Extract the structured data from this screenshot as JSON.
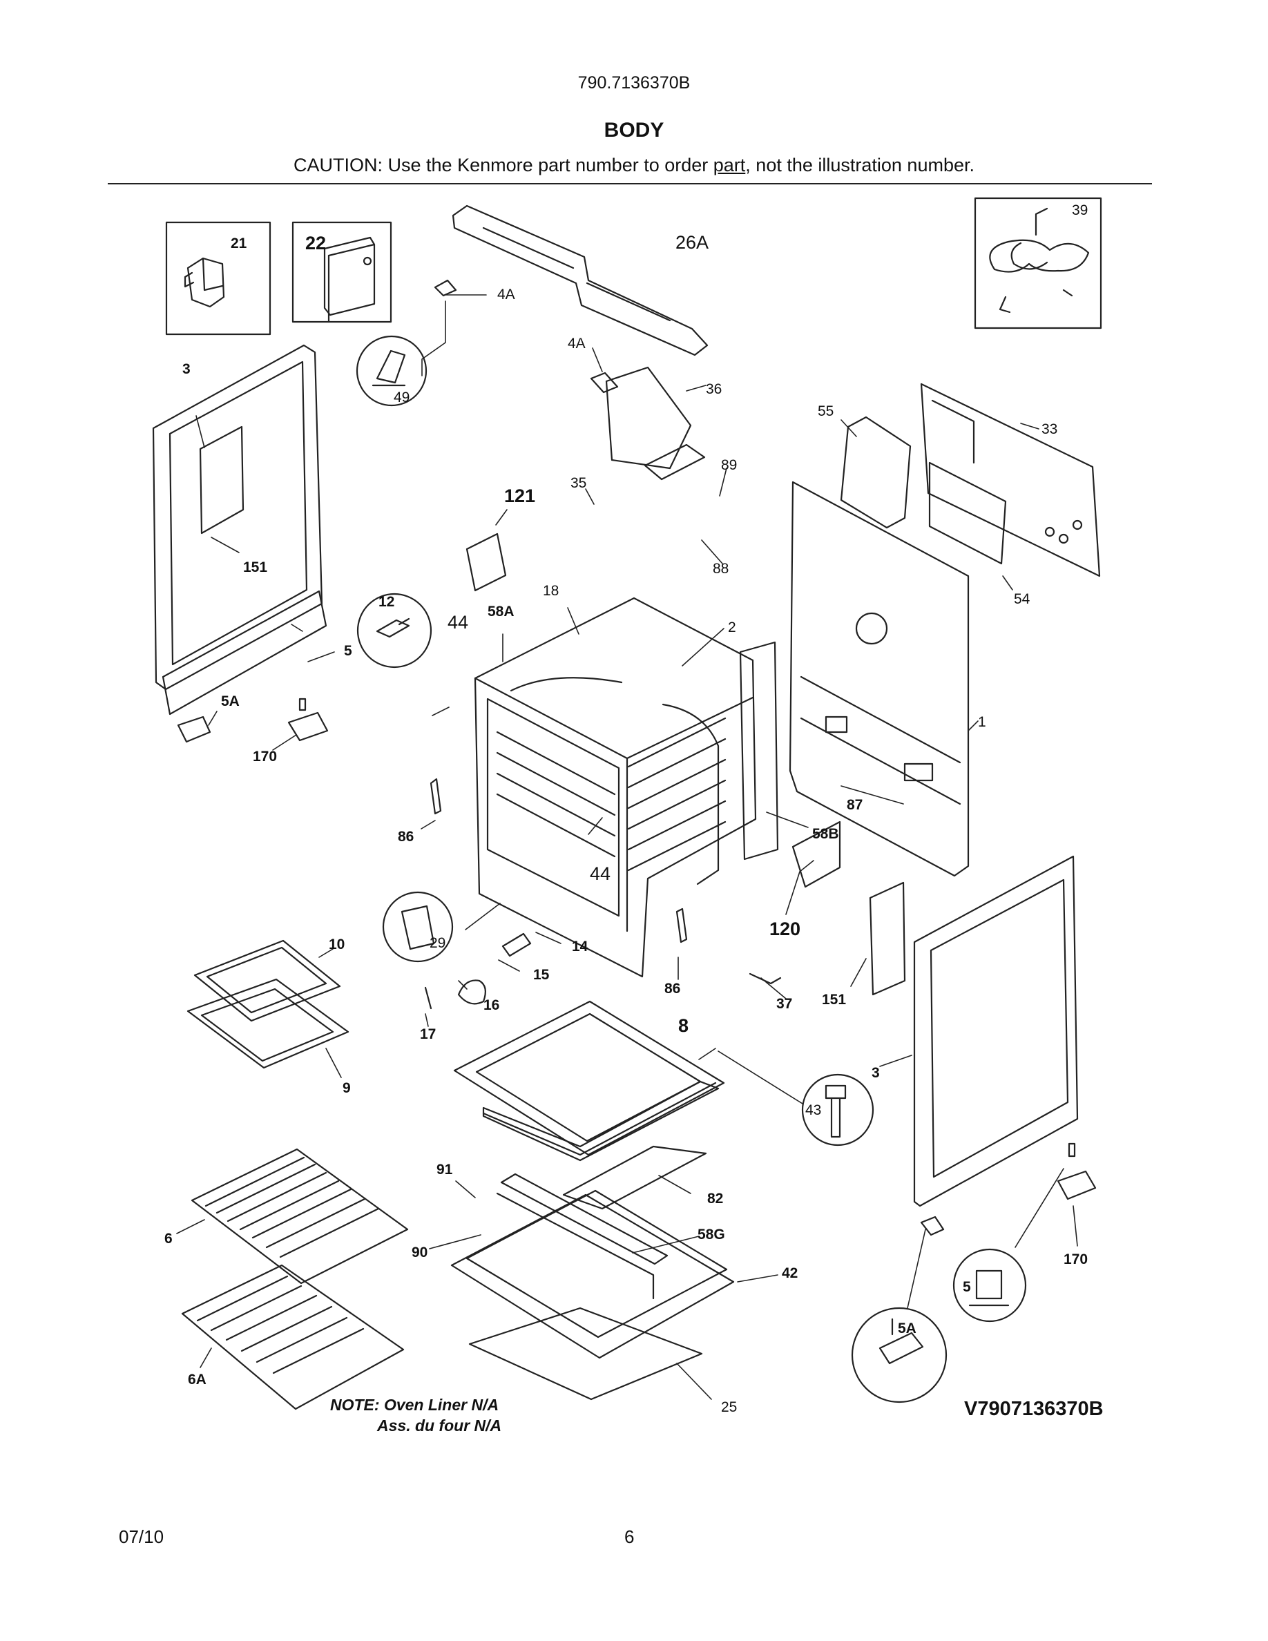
{
  "header": {
    "model": "790.7136370B",
    "title": "BODY",
    "caution_prefix": "CAUTION: Use the Kenmore part number to order ",
    "caution_link": "part",
    "caution_suffix": ", not the illustration number."
  },
  "callouts": {
    "c21": "21",
    "c22": "22",
    "c39": "39",
    "c26A": "26A",
    "c4A_top": "4A",
    "c4A_mid": "4A",
    "c49": "49",
    "c3_left": "3",
    "c36": "36",
    "c55": "55",
    "c33": "33",
    "c89": "89",
    "c35": "35",
    "c121": "121",
    "c88": "88",
    "c151_left": "151",
    "c18": "18",
    "c12": "12",
    "c44_top": "44",
    "c58A": "58A",
    "c2": "2",
    "c54": "54",
    "c5_left": "5",
    "c5A_left": "5A",
    "c170_left": "170",
    "c1": "1",
    "c87": "87",
    "c86_left": "86",
    "c58B": "58B",
    "c44_mid": "44",
    "c120": "120",
    "c29": "29",
    "c10": "10",
    "c14": "14",
    "c15": "15",
    "c86_right": "86",
    "c37": "37",
    "c151_right": "151",
    "c16": "16",
    "c17": "17",
    "c8": "8",
    "c9": "9",
    "c3_right": "3",
    "c43": "43",
    "c91": "91",
    "c82": "82",
    "c6": "6",
    "c58G": "58G",
    "c90": "90",
    "c42": "42",
    "c170_right": "170",
    "c5_right": "5",
    "c5A_right": "5A",
    "c6A": "6A",
    "c25": "25"
  },
  "note": {
    "line1": "NOTE: Oven Liner N/A",
    "line2": "Ass. du four N/A"
  },
  "diagram_code": "V7907136370B",
  "footer": {
    "date": "07/10",
    "page": "6"
  }
}
